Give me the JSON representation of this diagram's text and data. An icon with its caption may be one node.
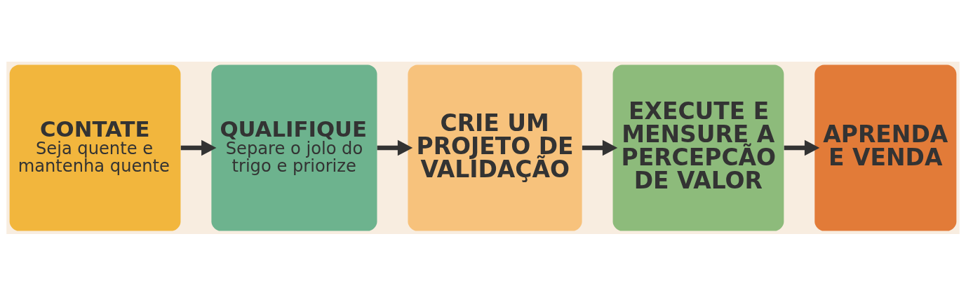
{
  "diagram": {
    "nodes": [
      {
        "text": [
          "CONTATE",
          "Seja quente e mantenha quente"
        ]
      },
      {
        "text": [
          "QUALIFIQUE",
          "Separe o jolo do trigo e priorize"
        ]
      },
      {
        "text": [
          "CRIE UM PROJETO DE VALIDAÇÃO"
        ]
      },
      {
        "text": [
          "EXECUTE E MENSURE A PERCEPCÃO DE VALOR"
        ]
      },
      {
        "text": [
          "APRENDA E VENDA"
        ]
      }
    ],
    "edges": [
      {
        "from": 0,
        "to": 1,
        "arrow": "to"
      },
      {
        "from": 1,
        "to": 2,
        "arrow": "to"
      },
      {
        "from": 2,
        "to": 3,
        "arrow": "to"
      },
      {
        "from": 3,
        "to": 4,
        "arrow": "to"
      }
    ]
  }
}
